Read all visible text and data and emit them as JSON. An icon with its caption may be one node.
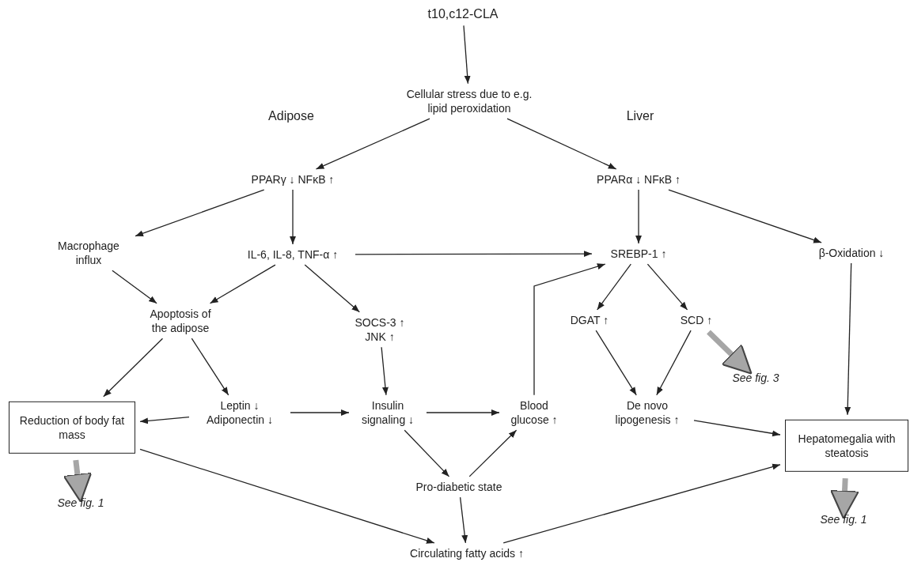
{
  "diagram": {
    "nodes": [
      {
        "text": [
          "t10,c12-CLA"
        ]
      },
      {
        "text": [
          "Cellular stress due to e.g. lipid peroxidation"
        ]
      },
      {
        "text": [
          "PPARγ ↓ NFκB ↑"
        ]
      },
      {
        "text": [
          "PPARα ↓ NFκB ↑"
        ]
      },
      {
        "text": [
          "Macrophage influx"
        ]
      },
      {
        "text": [
          "IL-6, IL-8, TNF-α ↑"
        ]
      },
      {
        "text": [
          "SREBP-1 ↑"
        ]
      },
      {
        "text": [
          "β-Oxidation ↓"
        ]
      },
      {
        "text": [
          "Apoptosis of the adipose"
        ]
      },
      {
        "text": [
          "SOCS-3 ↑ JNK ↑"
        ]
      },
      {
        "text": [
          "DGAT ↑"
        ]
      },
      {
        "text": [
          "SCD ↑"
        ]
      },
      {
        "text": [
          "Reduction of body fat mass"
        ]
      },
      {
        "text": [
          "Leptin ↓ Adiponectin ↓"
        ]
      },
      {
        "text": [
          "Insulin signaling ↓"
        ]
      },
      {
        "text": [
          "Blood glucose ↑"
        ]
      },
      {
        "text": [
          "De novo lipogenesis ↑"
        ]
      },
      {
        "text": [
          "Hepatomegalia with steatosis"
        ]
      },
      {
        "text": [
          "See fig. 1"
        ]
      },
      {
        "text": [
          "Pro-diabetic state"
        ]
      },
      {
        "text": [
          "See fig. 3"
        ]
      },
      {
        "text": [
          "See fig. 1"
        ]
      },
      {
        "text": [
          "Circulating fatty acids ↑"
        ]
      }
    ],
    "edges": [
      {
        "from": 0,
        "to": 1,
        "arrow": "to"
      },
      {
        "from": 1,
        "to": 2,
        "arrow": "to"
      },
      {
        "from": 1,
        "to": 3,
        "arrow": "to"
      },
      {
        "from": 2,
        "to": 4,
        "arrow": "to"
      },
      {
        "from": 2,
        "to": 5,
        "arrow": "to"
      },
      {
        "from": 3,
        "to": 6,
        "arrow": "to"
      },
      {
        "from": 3,
        "to": 7,
        "arrow": "to"
      },
      {
        "from": 5,
        "to": 6,
        "arrow": "to"
      },
      {
        "from": 4,
        "to": 8,
        "arrow": "to"
      },
      {
        "from": 5,
        "to": 8,
        "arrow": "to"
      },
      {
        "from": 5,
        "to": 9,
        "arrow": "to"
      },
      {
        "from": 6,
        "to": 10,
        "arrow": "to"
      },
      {
        "from": 6,
        "to": 11,
        "arrow": "to"
      },
      {
        "from": 8,
        "to": 12,
        "arrow": "to"
      },
      {
        "from": 8,
        "to": 13,
        "arrow": "to"
      },
      {
        "from": 9,
        "to": 14,
        "arrow": "to"
      },
      {
        "from": 13,
        "to": 12,
        "arrow": "to"
      },
      {
        "from": 13,
        "to": 14,
        "arrow": "to"
      },
      {
        "from": 14,
        "to": 15,
        "arrow": "to"
      },
      {
        "from": 14,
        "to": 19,
        "arrow": "to"
      },
      {
        "from": 19,
        "to": 15,
        "arrow": "to"
      },
      {
        "from": 15,
        "to": 6,
        "arrow": "to"
      },
      {
        "from": 10,
        "to": 16,
        "arrow": "to"
      },
      {
        "from": 11,
        "to": 16,
        "arrow": "to"
      },
      {
        "from": 7,
        "to": 17,
        "arrow": "to"
      },
      {
        "from": 16,
        "to": 17,
        "arrow": "to"
      },
      {
        "from": 12,
        "to": 22,
        "arrow": "to"
      },
      {
        "from": 19,
        "to": 22,
        "arrow": "to"
      },
      {
        "from": 22,
        "to": 17,
        "arrow": "to"
      },
      {
        "from": 12,
        "to": 18,
        "arrow": "to",
        "style": "thick",
        "color": "#a6a6a6"
      },
      {
        "from": 11,
        "to": 20,
        "arrow": "to",
        "style": "thick",
        "color": "#a6a6a6"
      },
      {
        "from": 17,
        "to": 21,
        "arrow": "to",
        "style": "thick",
        "color": "#a6a6a6"
      }
    ],
    "labels": [
      "Adipose",
      "Liver"
    ]
  }
}
